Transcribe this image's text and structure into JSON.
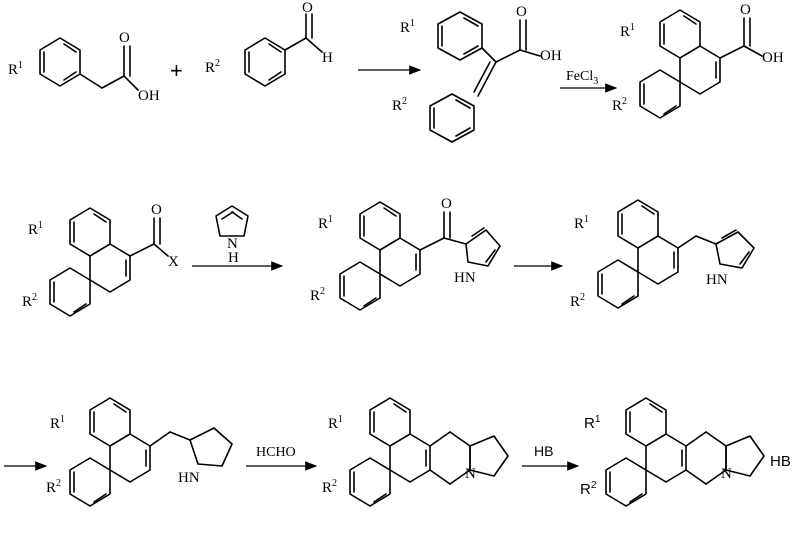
{
  "labels": {
    "r1": "R",
    "r2": "R",
    "sup1": "1",
    "sup2": "2",
    "oh": "OH",
    "o": "O",
    "h": "H",
    "x": "X",
    "hn": "HN",
    "n": "N",
    "plus": "+",
    "fecl3": "FeCl",
    "fecl3_sub": "3",
    "hcho": "HCHO",
    "hb": "HB",
    "salt_hb": "HB"
  }
}
